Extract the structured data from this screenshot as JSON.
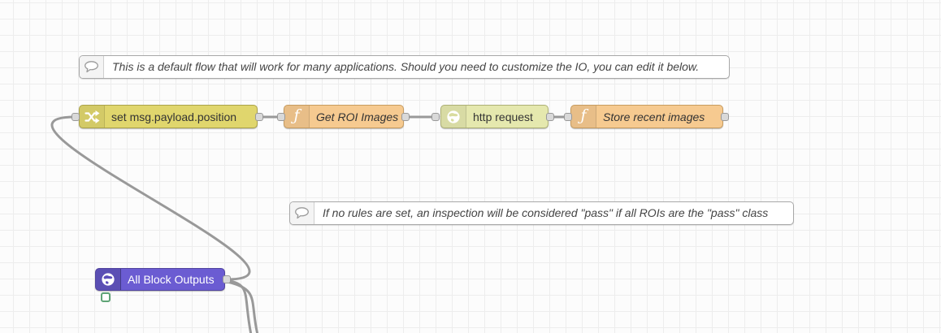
{
  "canvas": {
    "background_color": "#fcfcfc",
    "grid_color": "#ededed",
    "wire_color": "#999999",
    "port_color": "#d9d9d9"
  },
  "comments": [
    {
      "label": "This is a default flow that will work for many applications. Should you need to customize the IO, you can edit it below."
    },
    {
      "label": "If no rules are set, an inspection will be considered \"pass\" if all ROIs are the \"pass\" class"
    }
  ],
  "nodes": [
    {
      "label": "set msg.payload.position",
      "type": "change",
      "icon": "shuffle-icon",
      "color": "#E0D66D"
    },
    {
      "label": "Get ROI Images",
      "type": "function",
      "icon": "function-icon",
      "color": "#F6CA90"
    },
    {
      "label": "http request",
      "type": "http-request",
      "icon": "globe-icon",
      "color": "#E5E8AE"
    },
    {
      "label": "Store recent images",
      "type": "function",
      "icon": "function-icon",
      "color": "#F6CA90"
    },
    {
      "label": "All Block Outputs",
      "type": "block-outputs",
      "icon": "globe-icon",
      "color": "#6B5CD2",
      "text_color": "#FFFFFF",
      "status": {
        "shape": "square",
        "color": "#5FA476"
      }
    }
  ],
  "icons": {
    "function_glyph": "ƒ"
  }
}
